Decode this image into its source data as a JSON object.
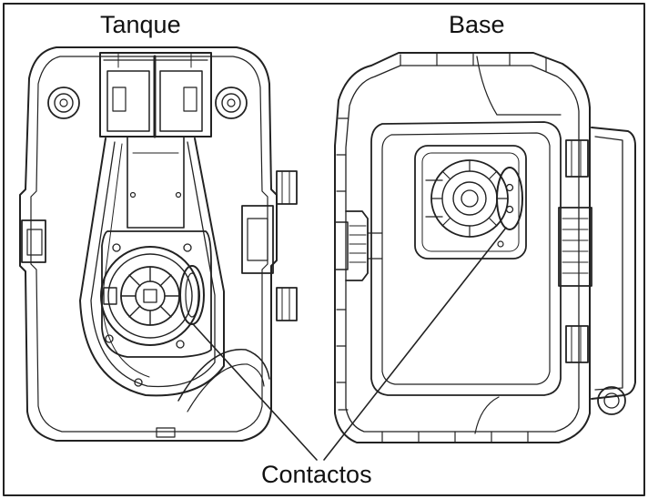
{
  "labels": {
    "tank": "Tanque",
    "base": "Base",
    "contacts": "Contactos"
  },
  "colors": {
    "line": "#222222",
    "background": "#ffffff",
    "panel_fill": "#f4f4f4",
    "shadow": "#555555"
  }
}
